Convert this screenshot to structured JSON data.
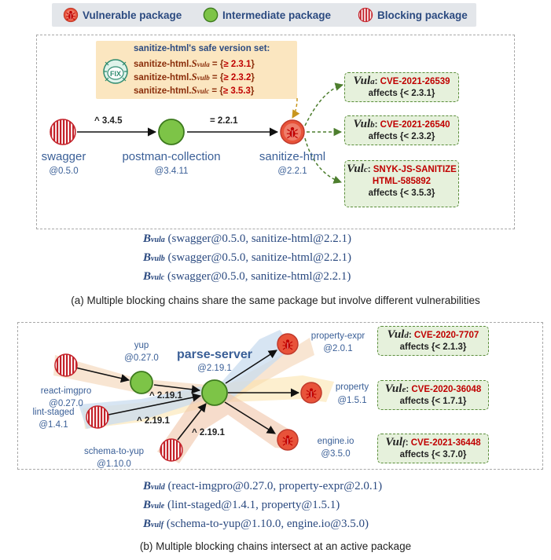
{
  "legend": {
    "vulnerable": "Vulnerable package",
    "intermediate": "Intermediate package",
    "blocking": "Blocking package"
  },
  "icons": {
    "vulnerable": "bug-icon",
    "intermediate": "green-circle-icon",
    "blocking": "striped-circle-icon",
    "fix": "fix-bug-icon"
  },
  "colors": {
    "vulnerable_fill": "#e8533a",
    "intermediate_fill": "#7dc447",
    "blocking_stripe": "#c4222a",
    "vuln_box_fill": "#e6f1dc",
    "vuln_box_border": "#5a8d3a",
    "cve_text": "#c00000",
    "label_blue": "#3a5f97"
  },
  "panel_a": {
    "fix_box": {
      "header": "sanitize-html's safe version set:",
      "rows": [
        {
          "pkg": "sanitize-html.",
          "sym": "S",
          "sub": "vula",
          "eq": " = {",
          "ver": "≥ 2.3.1",
          "close": "}"
        },
        {
          "pkg": "sanitize-html.",
          "sym": "S",
          "sub": "vulb",
          "eq": " = {",
          "ver": "≥ 2.3.2",
          "close": "}"
        },
        {
          "pkg": "sanitize-html.",
          "sym": "S",
          "sub": "vulc",
          "eq": " = {",
          "ver": "≥ 3.5.3",
          "close": "}"
        }
      ],
      "icon_text": "FIX"
    },
    "nodes": {
      "swagger": {
        "name": "swagger",
        "version": "@0.5.0"
      },
      "postman": {
        "name": "postman-collection",
        "version": "@3.4.11"
      },
      "sanitize": {
        "name": "sanitize-html",
        "version": "@2.2.1"
      }
    },
    "edges": {
      "e1": "^ 3.4.5",
      "e2": "= 2.2.1"
    },
    "vulns": [
      {
        "id": "Vul",
        "sub": "a",
        "sep": ": ",
        "cve": "CVE-2021-26539",
        "cve2": "",
        "affects": "affects {< 2.3.1}"
      },
      {
        "id": "Vul",
        "sub": "b",
        "sep": ": ",
        "cve": "CVE-2021-26540",
        "cve2": "",
        "affects": "affects {< 2.3.2}"
      },
      {
        "id": "Vul",
        "sub": "c",
        "sep": ": ",
        "cve": "SNYK-JS-SANITIZE",
        "cve2": "HTML-585892",
        "affects": "affects {< 3.5.3}"
      }
    ],
    "formulas": [
      {
        "B": "B",
        "sub": "vula",
        "args": " (swagger@0.5.0, sanitize-html@2.2.1)"
      },
      {
        "B": "B",
        "sub": "vulb",
        "args": " (swagger@0.5.0, sanitize-html@2.2.1)"
      },
      {
        "B": "B",
        "sub": "vulc",
        "args": " (swagger@0.5.0, sanitize-html@2.2.1)"
      }
    ],
    "caption": "(a) Multiple blocking chains share the same package but involve different vulnerabilities"
  },
  "panel_b": {
    "nodes": {
      "react": {
        "name": "react-imgpro",
        "version": "@0.27.0"
      },
      "yup": {
        "name": "yup",
        "version": "@0.27.0"
      },
      "lint": {
        "name": "lint-staged",
        "version": "@1.4.1"
      },
      "schema": {
        "name": "schema-to-yup",
        "version": "@1.10.0"
      },
      "parse": {
        "name": "parse-server",
        "version": "@2.19.1"
      },
      "propexpr": {
        "name": "property-expr",
        "version": "@2.0.1"
      },
      "property": {
        "name": "property",
        "version": "@1.5.1"
      },
      "engine": {
        "name": "engine.io",
        "version": "@3.5.0"
      }
    },
    "edges": {
      "yup_parse": "^ 2.19.1",
      "lint_parse": "^ 2.19.1",
      "schema_parse": "^ 2.19.1"
    },
    "vulns": [
      {
        "id": "Vul",
        "sub": "d",
        "sep": ": ",
        "cve": "CVE-2020-7707",
        "affects": "affects {< 2.1.3}"
      },
      {
        "id": "Vul",
        "sub": "e",
        "sep": ": ",
        "cve": "CVE-2020-36048",
        "affects": "affects {< 1.7.1}"
      },
      {
        "id": "Vul",
        "sub": "f",
        "sep": ": ",
        "cve": "CVE-2021-36448",
        "affects": "affects {< 3.7.0}"
      }
    ],
    "formulas": [
      {
        "B": "B",
        "sub": "vuld",
        "args": " (react-imgpro@0.27.0, property-expr@2.0.1)"
      },
      {
        "B": "B",
        "sub": "vule",
        "args": " (lint-staged@1.4.1, property@1.5.1)"
      },
      {
        "B": "B",
        "sub": "vulf",
        "args": " (schema-to-yup@1.10.0, engine.io@3.5.0)"
      }
    ],
    "caption": "(b) Multiple blocking chains intersect at an active package"
  }
}
